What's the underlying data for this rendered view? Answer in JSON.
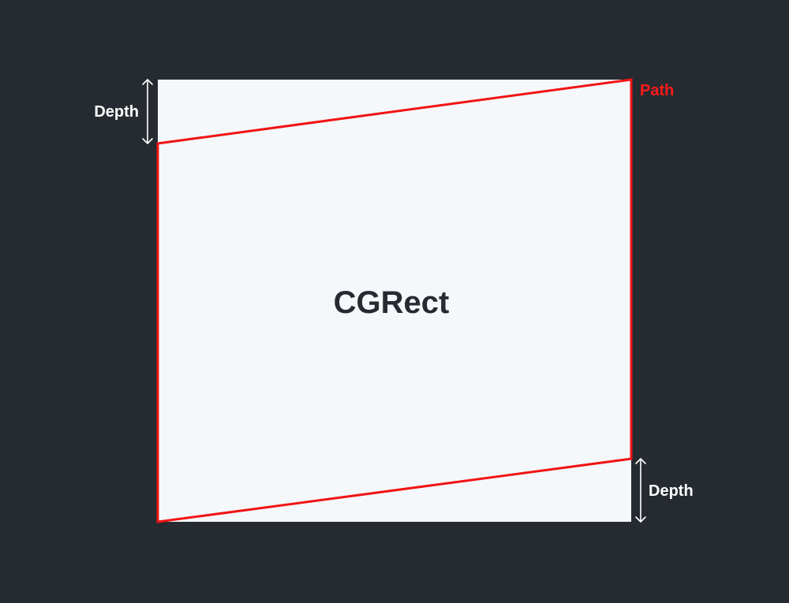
{
  "diagram": {
    "rect_label": "CGRect",
    "path_label": "Path",
    "depth_top_label": "Depth",
    "depth_bottom_label": "Depth"
  },
  "colors": {
    "background": "#252b31",
    "rect_fill": "#f5f8fb",
    "path_stroke": "#f01414",
    "path_label": "#ff1a1a",
    "rect_label": "#252b31",
    "annotation": "#ffffff"
  }
}
